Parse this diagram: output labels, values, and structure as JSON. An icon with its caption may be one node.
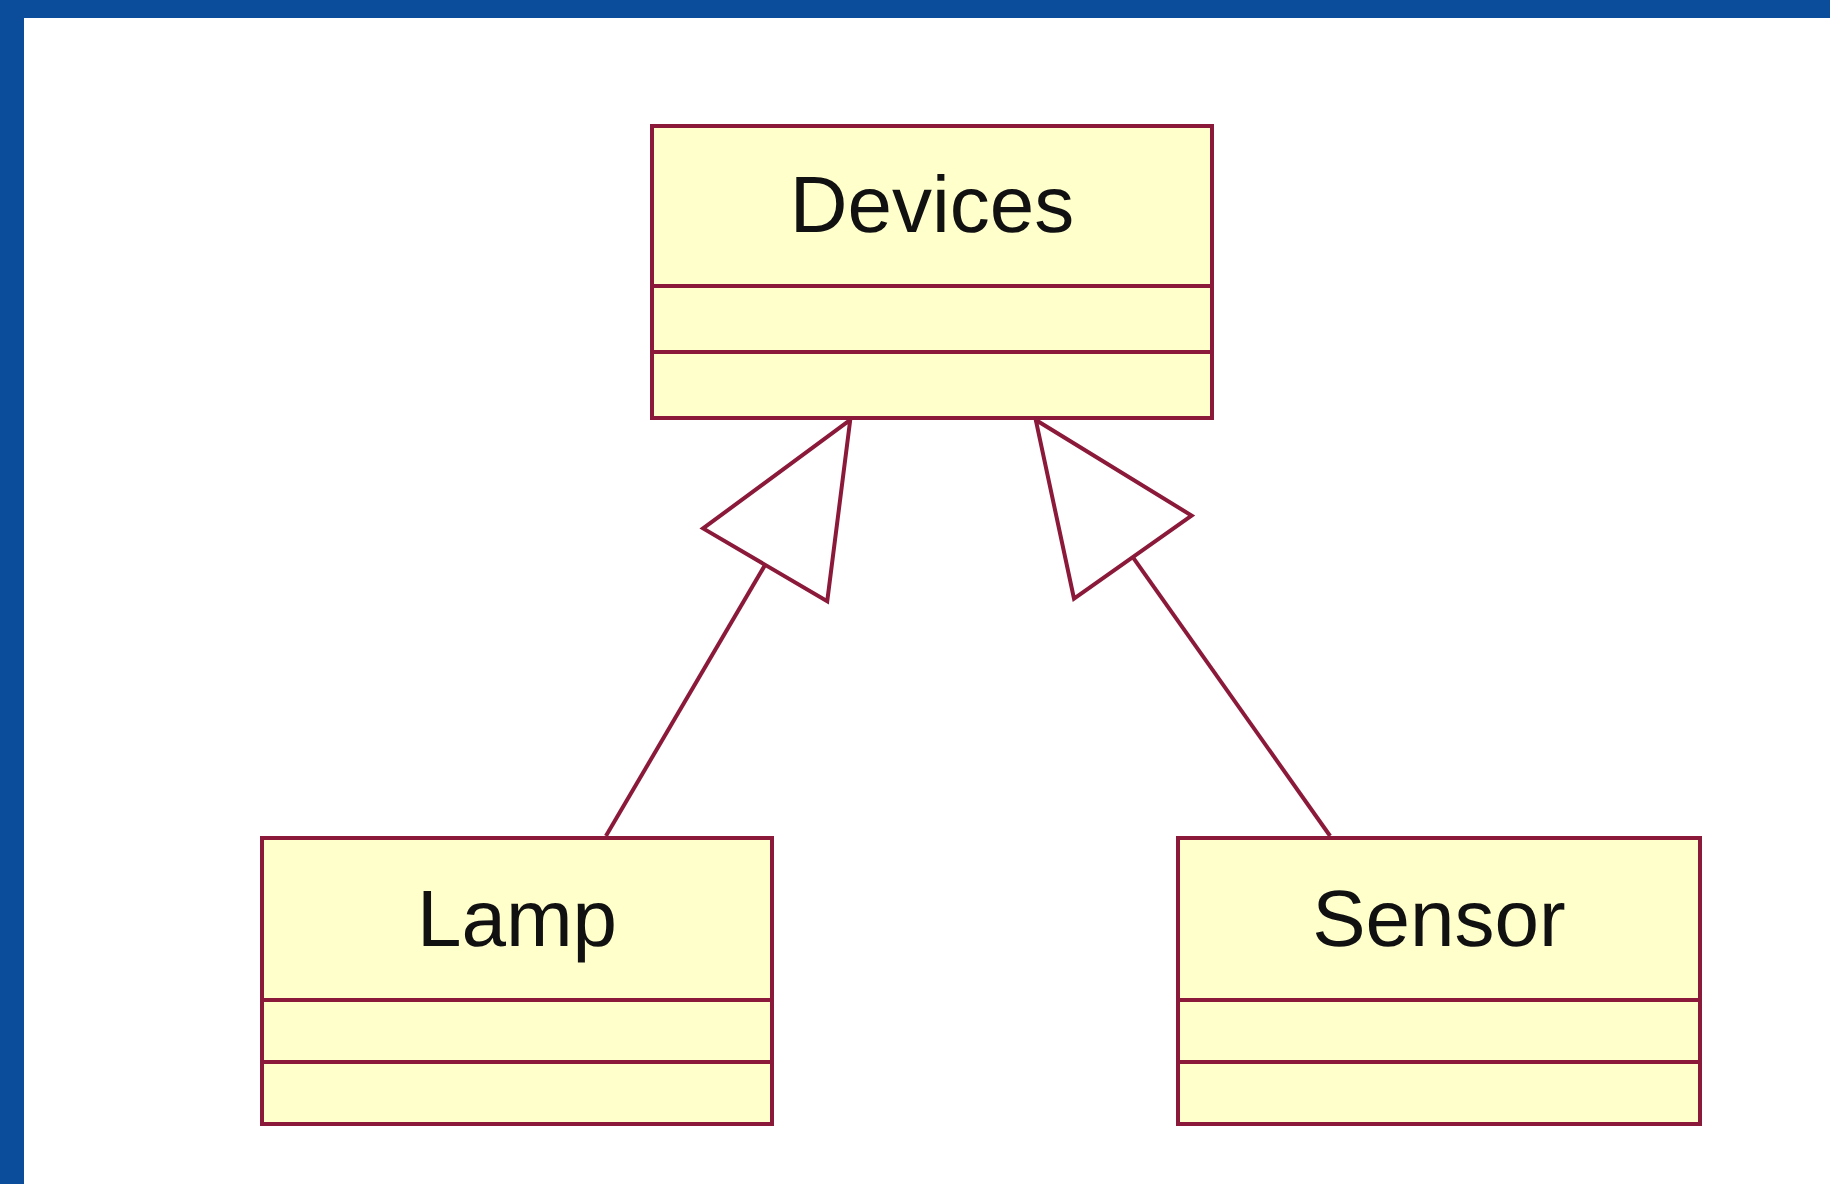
{
  "diagram": {
    "nodes": [
      {
        "text": [
          "Devices"
        ]
      },
      {
        "text": [
          "Lamp"
        ]
      },
      {
        "text": [
          "Sensor"
        ]
      }
    ],
    "edges": [
      {
        "from": 1,
        "to": 0,
        "arrow": "to"
      },
      {
        "from": 2,
        "to": 0,
        "arrow": "to"
      }
    ]
  }
}
